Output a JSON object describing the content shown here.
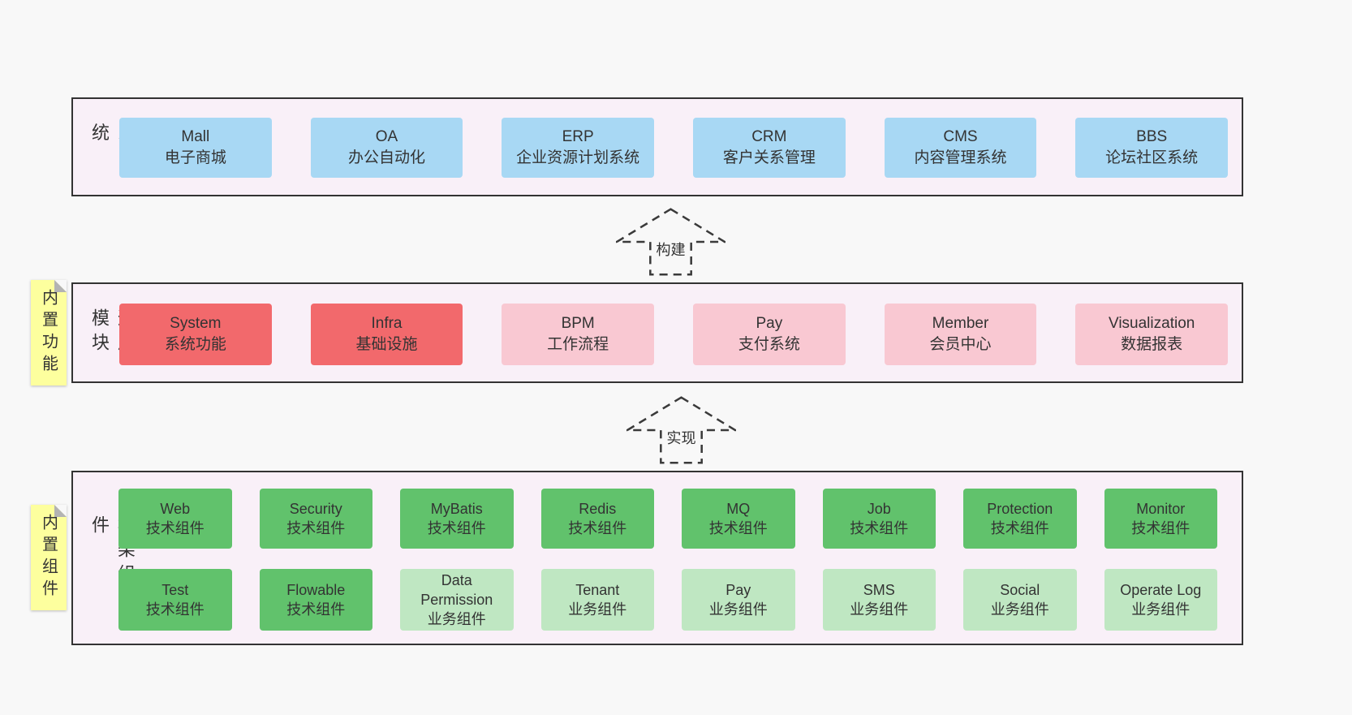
{
  "colors": {
    "page_bg": "#f8f8f8",
    "band_bg": "#f9f0f8",
    "band_border": "#333333",
    "blue": "#a8d8f4",
    "red": "#f2696c",
    "pink": "#f9c8d2",
    "green_dark": "#61c26c",
    "green_light": "#bfe7c2",
    "sticky_yellow": "#fdff9e",
    "text": "#333333"
  },
  "bands": [
    {
      "label": "业务系统",
      "boxes": [
        {
          "title": "Mall",
          "subtitle": "电子商城"
        },
        {
          "title": "OA",
          "subtitle": "办公自动化"
        },
        {
          "title": "ERP",
          "subtitle": "企业资源计划系统"
        },
        {
          "title": "CRM",
          "subtitle": "客户关系管理"
        },
        {
          "title": "CMS",
          "subtitle": "内容管理系统"
        },
        {
          "title": "BBS",
          "subtitle": "论坛社区系统"
        }
      ]
    },
    {
      "label": "通用模块",
      "boxes": [
        {
          "title": "System",
          "subtitle": "系统功能"
        },
        {
          "title": "Infra",
          "subtitle": "基础设施"
        },
        {
          "title": "BPM",
          "subtitle": "工作流程"
        },
        {
          "title": "Pay",
          "subtitle": "支付系统"
        },
        {
          "title": "Member",
          "subtitle": "会员中心"
        },
        {
          "title": "Visualization",
          "subtitle": "数据报表"
        }
      ]
    },
    {
      "label": "框架组件",
      "rows": [
        [
          {
            "title": "Web",
            "subtitle": "技术组件"
          },
          {
            "title": "Security",
            "subtitle": "技术组件"
          },
          {
            "title": "MyBatis",
            "subtitle": "技术组件"
          },
          {
            "title": "Redis",
            "subtitle": "技术组件"
          },
          {
            "title": "MQ",
            "subtitle": "技术组件"
          },
          {
            "title": "Job",
            "subtitle": "技术组件"
          },
          {
            "title": "Protection",
            "subtitle": "技术组件"
          },
          {
            "title": "Monitor",
            "subtitle": "技术组件"
          }
        ],
        [
          {
            "title": "Test",
            "subtitle": "技术组件"
          },
          {
            "title": "Flowable",
            "subtitle": "技术组件"
          },
          {
            "title": "Data Permission",
            "subtitle": "业务组件"
          },
          {
            "title": "Tenant",
            "subtitle": "业务组件"
          },
          {
            "title": "Pay",
            "subtitle": "业务组件"
          },
          {
            "title": "SMS",
            "subtitle": "业务组件"
          },
          {
            "title": "Social",
            "subtitle": "业务组件"
          },
          {
            "title": "Operate Log",
            "subtitle": "业务组件"
          }
        ]
      ]
    }
  ],
  "arrows": [
    {
      "label": "构建"
    },
    {
      "label": "实现"
    }
  ],
  "stickies": [
    {
      "label": "内置功能"
    },
    {
      "label": "内置组件"
    }
  ]
}
